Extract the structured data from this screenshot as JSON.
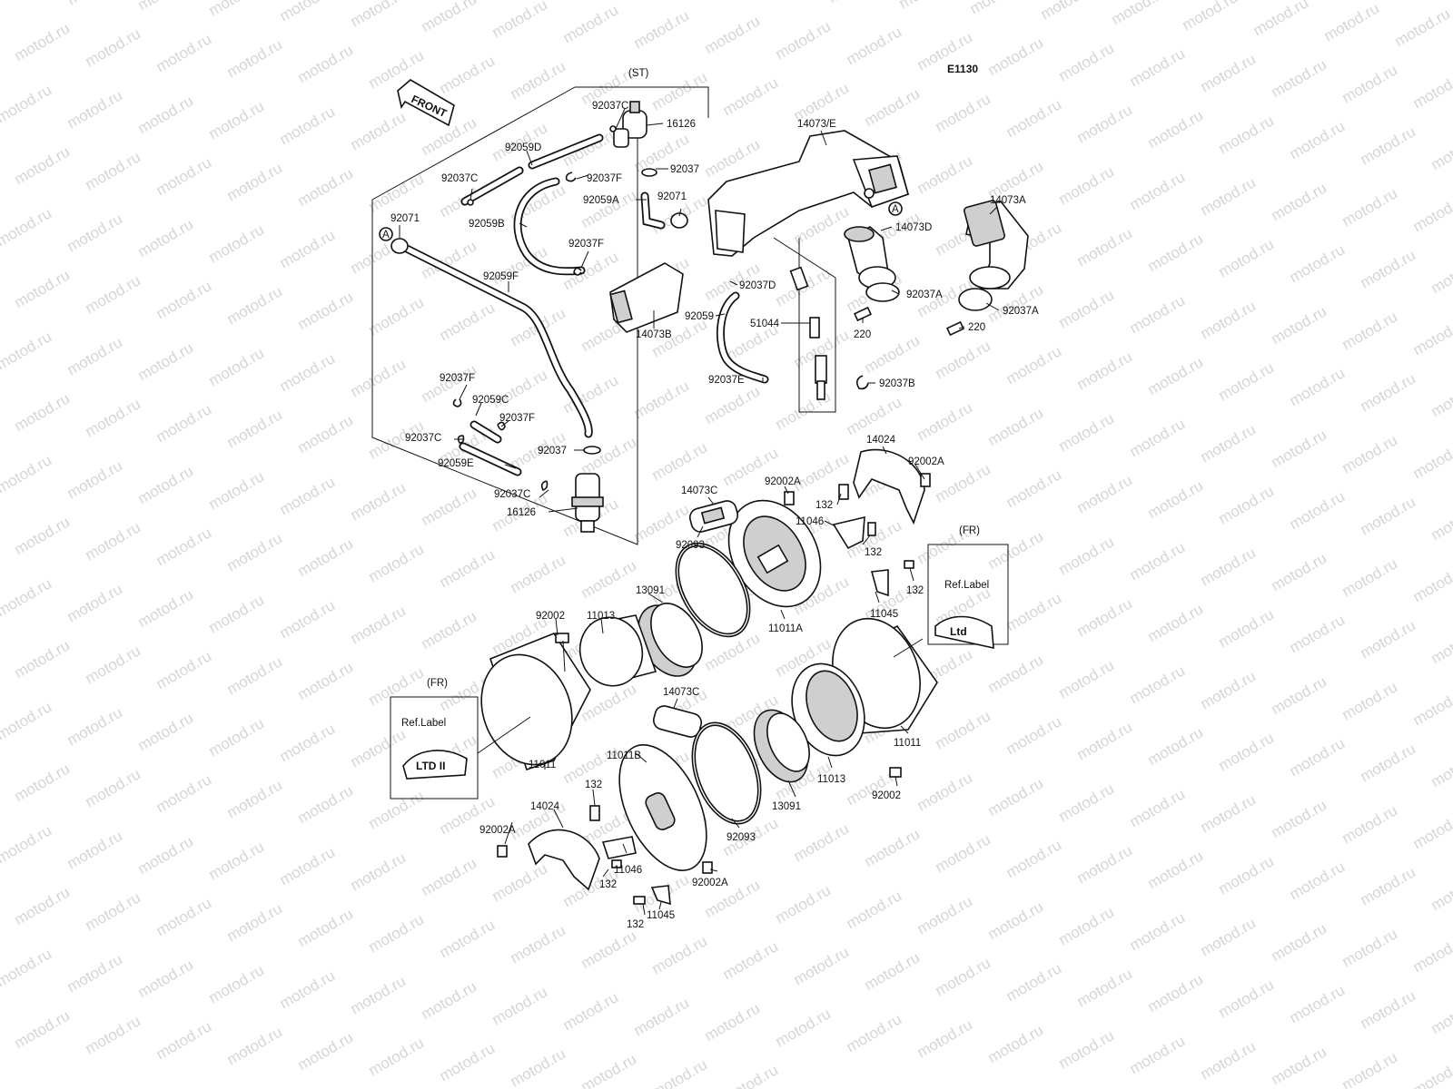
{
  "diagram_code": "E1130",
  "front_arrow_label": "FRONT",
  "watermark_text": "motod.ru",
  "boxes": {
    "st": "(ST)",
    "fr": "(FR)",
    "ref_label": "Ref.Label"
  },
  "markers": {
    "circle_a": "A"
  },
  "part_labels": {
    "p92037c_a": "92037C",
    "p16126_a": "16126",
    "p92059d": "92059D",
    "p92037c_b": "92037C",
    "p92037f_a": "92037F",
    "p92037_a": "92037",
    "p92059a": "92059A",
    "p92071_a": "92071",
    "p92071_b": "92071",
    "p92059b": "92059B",
    "p92037f_b": "92037F",
    "p92059f": "92059F",
    "p92037f_c": "92037F",
    "p92059c": "92059C",
    "p92037f_d": "92037F",
    "p92037c_c": "92037C",
    "p92037_b": "92037",
    "p92059e": "92059E",
    "p92037c_d": "92037C",
    "p16126_b": "16126",
    "p14073e": "14073/E",
    "p14073a": "14073A",
    "p14073d": "14073D",
    "p92037a_a": "92037A",
    "p92037a_b": "92037A",
    "p220_a": "220",
    "p220_b": "220",
    "p14073b": "14073B",
    "p92037d": "92037D",
    "p92059": "92059",
    "p51044": "51044",
    "p92037e": "92037E",
    "p92037b": "92037B",
    "p14024_a": "14024",
    "p92002a_a": "92002A",
    "p14073c_a": "14073C",
    "p92002a_b": "92002A",
    "p132_a": "132",
    "p11046_a": "11046",
    "p132_b": "132",
    "p92093_a": "92093",
    "p132_c": "132",
    "p11045_a": "11045",
    "p11011a": "11011A",
    "p13091_a": "13091",
    "p92002_a": "92002",
    "p11013_a": "11013",
    "p14073c_b": "14073C",
    "p11011_a": "11011",
    "p11011b": "11011B",
    "p132_d": "132",
    "p14024_b": "14024",
    "p92002a_c": "92002A",
    "p11046_b": "11046",
    "p132_e": "132",
    "p132_f": "132",
    "p11045_b": "11045",
    "p92002a_d": "92002A",
    "p92093_b": "92093",
    "p13091_b": "13091",
    "p11013_b": "11013",
    "p11011_b": "11011",
    "p92002_b": "92002"
  },
  "logo_lettering": {
    "fr_right": "Ltd",
    "fr_left": "LTD II"
  }
}
